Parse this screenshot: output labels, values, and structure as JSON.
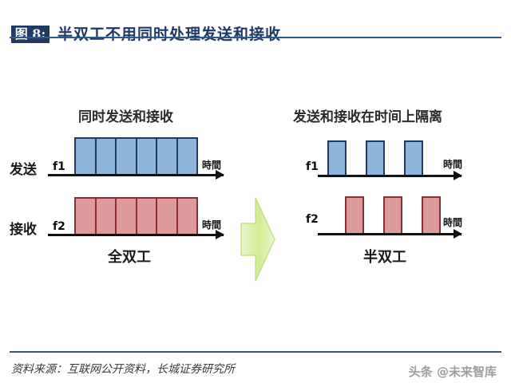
{
  "header": {
    "badge": "图 8:",
    "title": "半双工不用同时处理发送和接收",
    "accent_color": "#1f3864",
    "rule_color": "#2e5a88"
  },
  "figure": {
    "left_panel": {
      "title": "同时发送和接收",
      "mode_label": "全双工",
      "rows": [
        {
          "name_label": "发送",
          "freq_label": "f1",
          "axis_label": "時間",
          "color": "#8fb4dc",
          "border_color": "#1f3a63",
          "segments": 6,
          "signal": "continuous"
        },
        {
          "name_label": "接收",
          "freq_label": "f2",
          "axis_label": "時間",
          "color": "#dc9a9a",
          "border_color": "#8e2f2f",
          "segments": 6,
          "signal": "continuous"
        }
      ]
    },
    "transition": {
      "icon": "right-arrow-icon",
      "fill_color": "#d6ef9e"
    },
    "right_panel": {
      "title": "发送和接收在时间上隔离",
      "mode_label": "半双工",
      "rows": [
        {
          "freq_label": "f1",
          "axis_label": "時間",
          "color": "#8fb4dc",
          "border_color": "#1f3a63",
          "pulses": 3,
          "signal": "pulsed"
        },
        {
          "freq_label": "f2",
          "axis_label": "時間",
          "color": "#dc9a9a",
          "border_color": "#8e2f2f",
          "pulses": 3,
          "signal": "pulsed"
        }
      ]
    }
  },
  "footer": {
    "source": "资料来源：互联网公开资料，长城证券研究所",
    "watermark": "头条 @未来智库"
  }
}
